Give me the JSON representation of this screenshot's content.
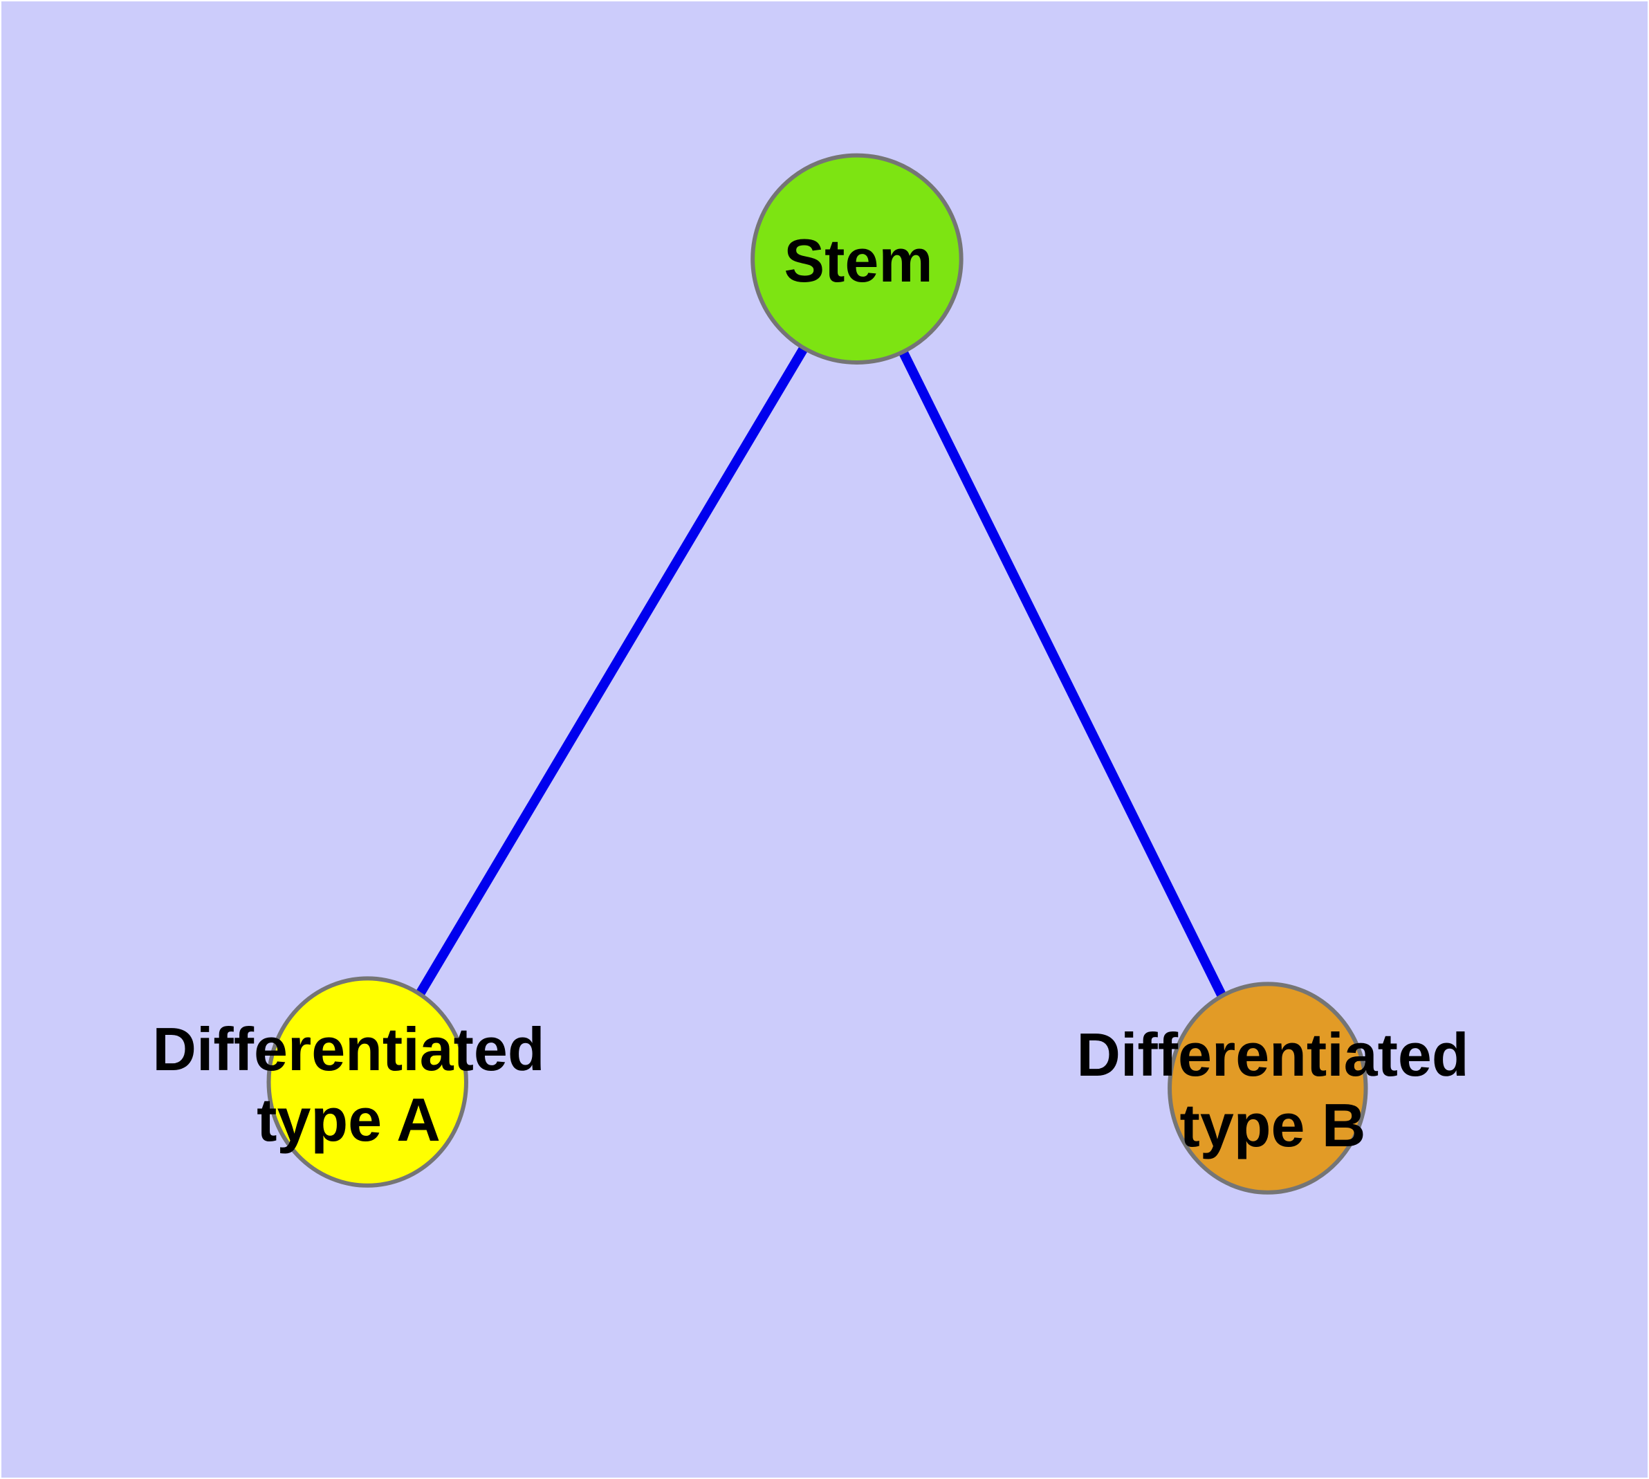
{
  "diagram": {
    "type": "node-link-graph",
    "background_color": "#ccccfb",
    "edge_color": "#0000ee",
    "node_border_color": "#757575",
    "label_color": "#000000",
    "nodes": [
      {
        "id": "stem",
        "label": "Stem",
        "fill_color": "#7de412"
      },
      {
        "id": "differentiated-type-a",
        "label": "Differentiated\ntype A",
        "fill_color": "#ffff00"
      },
      {
        "id": "differentiated-type-b",
        "label": "Differentiated\ntype B",
        "fill_color": "#e29b26"
      }
    ],
    "edges": [
      {
        "from": "Stem",
        "to": "Differentiated type A"
      },
      {
        "from": "Stem",
        "to": "Differentiated type B"
      }
    ]
  }
}
